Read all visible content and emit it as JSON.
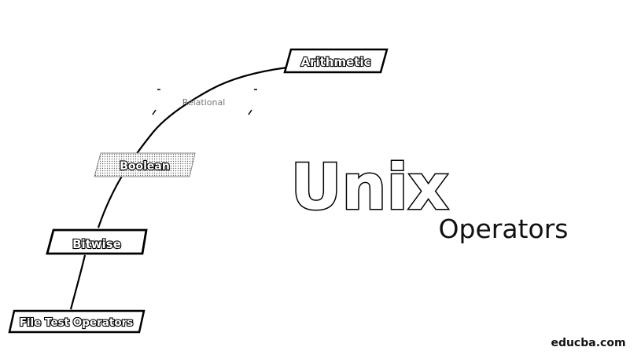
{
  "diagram": {
    "title": "Unix",
    "subtitle": "Operators",
    "nodes": [
      {
        "label": "Arithmetic"
      },
      {
        "label": "Relational"
      },
      {
        "label": "Boolean"
      },
      {
        "label": "Bitwise"
      },
      {
        "label": "File Test Operators"
      }
    ]
  },
  "watermark": "educba.com",
  "colors": {
    "background": "#ffffff",
    "ink": "#000000",
    "faint": "#777777"
  }
}
